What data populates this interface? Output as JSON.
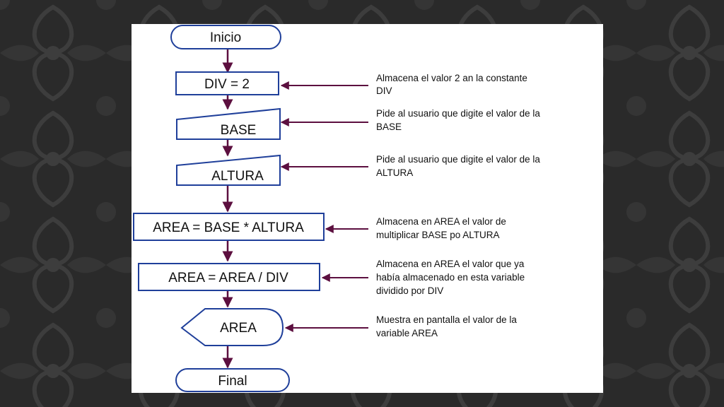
{
  "colors": {
    "box_stroke": "#1f3f9a",
    "arrow": "#5c0f3f",
    "background": "#2a2a2a",
    "pattern": "#3a3a3a",
    "canvas": "#ffffff"
  },
  "flowchart": {
    "start": "Inicio",
    "step_div": "DIV = 2",
    "input_base": "BASE",
    "input_altura": "ALTURA",
    "step_area": "AREA = BASE * ALTURA",
    "step_area_div": "AREA = AREA / DIV",
    "display_area": "AREA",
    "end": "Final"
  },
  "notes": {
    "div": [
      "Almacena el valor 2 an la constante",
      "DIV"
    ],
    "base": [
      "Pide al usuario que digite el valor de la",
      "BASE"
    ],
    "altura": [
      "Pide al usuario que digite el valor de la",
      "ALTURA"
    ],
    "area": [
      "Almacena en AREA el valor de",
      "multiplicar BASE po ALTURA"
    ],
    "area_div": [
      "Almacena en AREA el valor que ya",
      "había almacenado en esta variable",
      "dividido por DIV"
    ],
    "display": [
      "Muestra en pantalla el valor de la",
      "variable AREA"
    ]
  }
}
